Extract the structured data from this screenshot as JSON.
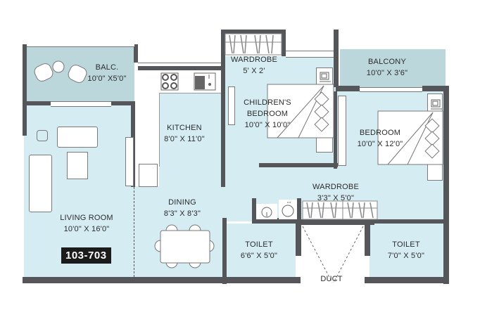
{
  "plan": {
    "unit_badge": "103-703",
    "colors": {
      "room_fill": "#d6ecf3",
      "balcony_fill": "#bcd7dc",
      "wall": "#555659",
      "text": "#2b2b2b",
      "badge_bg": "#1b1b1b"
    },
    "rooms": [
      {
        "id": "balc",
        "name": "BALC.",
        "size": "10'0\" X5'0\""
      },
      {
        "id": "living",
        "name": "LIVING ROOM",
        "size": "10'0\" X 16'0\""
      },
      {
        "id": "kitchen",
        "name": "KITCHEN",
        "size": "8'0\" X 11'0\""
      },
      {
        "id": "dining",
        "name": "DINING",
        "size": "8'3\" X 8'3\""
      },
      {
        "id": "wardrobe1",
        "name": "WARDROBE",
        "size": "5' X 2'"
      },
      {
        "id": "children",
        "name": "CHILDREN'S",
        "name2": "BEDROOM",
        "size": "10'0\" X 10'0\""
      },
      {
        "id": "balcony",
        "name": "BALCONY",
        "size": "10'0\" X 3'6\""
      },
      {
        "id": "bedroom",
        "name": "BEDROOM",
        "size": "10'0\" X 12'0\""
      },
      {
        "id": "wardrobe2",
        "name": "WARDROBE",
        "size": "3'3\" X 5'0\""
      },
      {
        "id": "toilet1",
        "name": "TOILET",
        "size": "6'6\" X 5'0\""
      },
      {
        "id": "toilet2",
        "name": "TOILET",
        "size": "7'0\" X 5'0\""
      },
      {
        "id": "duct",
        "name": "DUCT"
      }
    ]
  }
}
